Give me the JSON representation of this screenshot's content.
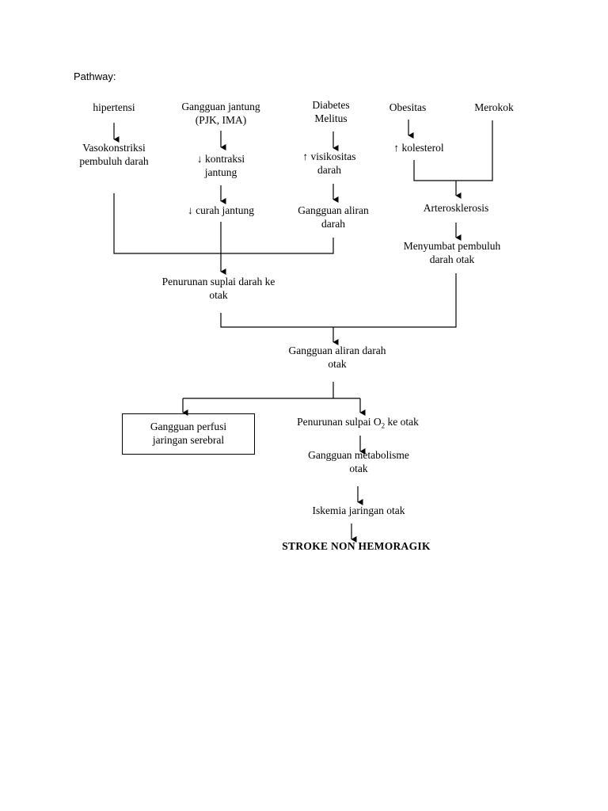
{
  "heading": "Pathway:",
  "nodes": {
    "hipertensi": "hipertensi",
    "vasokonstriksi": "Vasokonstriksi\npembuluh darah",
    "gangguan_jantung": "Gangguan jantung\n(PJK, IMA)",
    "kontraksi_jantung": "↓ kontraksi\njantung",
    "curah_jantung": "↓ curah jantung",
    "diabetes": "Diabetes\nMelitus",
    "visikositas": "↑ visikositas\ndarah",
    "gangguan_aliran_darah": "Gangguan aliran\ndarah",
    "obesitas": "Obesitas",
    "kolesterol": "↑ kolesterol",
    "merokok": "Merokok",
    "arterosklerosis": "Arterosklerosis",
    "menyumbat": "Menyumbat pembuluh\ndarah otak",
    "penurunan_suplai": "Penurunan suplai darah ke\notak",
    "gangguan_aliran_otak": "Gangguan aliran darah\notak",
    "gangguan_perfusi": "Gangguan perfusi\njaringan serebral",
    "penurunan_o2_prefix": "Penurunan sulpai O",
    "penurunan_o2_sub": "2",
    "penurunan_o2_suffix": " ke otak",
    "gangguan_metabolisme": "Gangguan metabolisme\notak",
    "iskemia": "Iskemia jaringan otak",
    "stroke": "STROKE NON HEMORAGIK"
  }
}
